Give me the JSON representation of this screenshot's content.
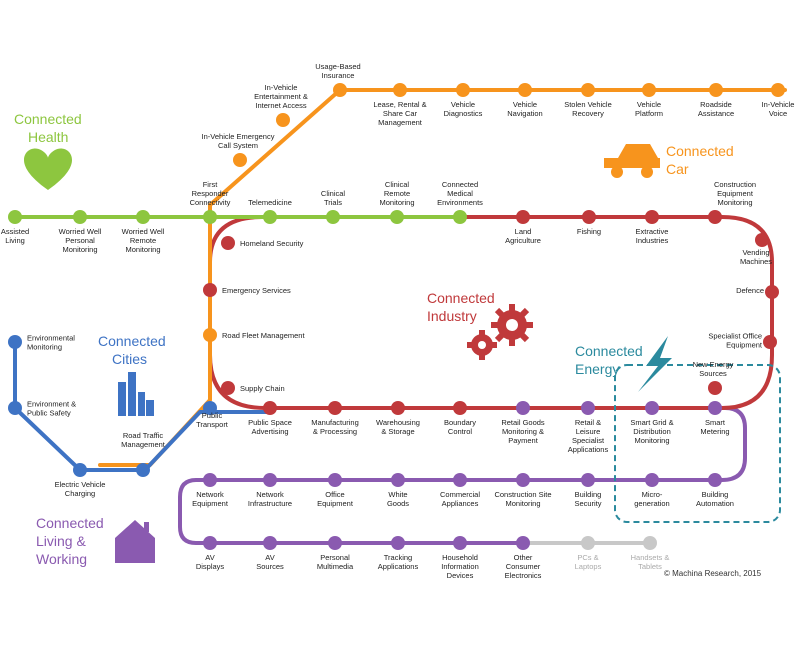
{
  "colors": {
    "health": "#8dc63f",
    "car": "#f7941d",
    "industry": "#c0393b",
    "cities": "#3e73c4",
    "living": "#8a5ab0",
    "energy": "#2b8a9e",
    "grey": "#c8c8c8"
  },
  "titles": {
    "health": [
      "Connected",
      "Health"
    ],
    "car": [
      "Connected",
      "Car"
    ],
    "industry": [
      "Connected",
      "Industry"
    ],
    "cities": [
      "Connected",
      "Cities"
    ],
    "energy": [
      "Connected",
      "Energy"
    ],
    "living": [
      "Connected",
      "Living &",
      "Working"
    ]
  },
  "icons": {
    "health": "heart-icon",
    "car": "car-icon",
    "industry": "gears-icon",
    "cities": "city-buildings-icon",
    "energy": "lightning-icon",
    "living": "house-icon"
  },
  "credit": "© Machina Research, 2015",
  "stations": {
    "health": [
      [
        "Assisted",
        "Living"
      ],
      [
        "Worried Well",
        "Personal",
        "Monitoring"
      ],
      [
        "Worried Well",
        "Remote",
        "Monitoring"
      ],
      [
        "First",
        "Responder",
        "Connectivity"
      ],
      [
        "Telemedicine"
      ],
      [
        "Clinical",
        "Trials"
      ],
      [
        "Clinical",
        "Remote",
        "Monitoring"
      ],
      [
        "Connected",
        "Medical",
        "Environments"
      ]
    ],
    "car": [
      [
        "Road Fleet Management"
      ],
      [
        "In-Vehicle Emergency",
        "Call System"
      ],
      [
        "In-Vehicle",
        "Entertainment &",
        "Internet Access"
      ],
      [
        "Usage-Based",
        "Insurance"
      ],
      [
        "Lease, Rental &",
        "Share Car",
        "Management"
      ],
      [
        "Vehicle",
        "Diagnostics"
      ],
      [
        "Vehicle",
        "Navigation"
      ],
      [
        "Stolen Vehicle",
        "Recovery"
      ],
      [
        "Vehicle",
        "Platform"
      ],
      [
        "Roadside",
        "Assistance"
      ],
      [
        "In-Vehicle",
        "Voice"
      ]
    ],
    "industry": [
      [
        "Land",
        "Agriculture"
      ],
      [
        "Fishing"
      ],
      [
        "Extractive",
        "Industries"
      ],
      [
        "Construction",
        "Equipment",
        "Monitoring"
      ],
      [
        "Vending",
        "Machines"
      ],
      [
        "Defence"
      ],
      [
        "Specialist Office",
        "Equipment"
      ],
      [
        "New Energy",
        "Sources"
      ],
      [
        "Homeland Security"
      ],
      [
        "Emergency Services"
      ],
      [
        "Supply Chain"
      ]
    ],
    "cities": [
      [
        "Environmental",
        "Monitoring"
      ],
      [
        "Environment &",
        "Public Safety"
      ],
      [
        "Electric Vehicle",
        "Charging"
      ],
      [
        "Road Traffic",
        "Management"
      ],
      [
        "Public",
        "Transport"
      ]
    ],
    "row_mid": [
      [
        "Public Space",
        "Advertising"
      ],
      [
        "Manufacturing",
        "& Processing"
      ],
      [
        "Warehousing",
        "& Storage"
      ],
      [
        "Boundary",
        "Control"
      ],
      [
        "Retail Goods",
        "Monitoring &",
        "Payment"
      ],
      [
        "Retail &",
        "Leisure",
        "Specialist",
        "Applications"
      ],
      [
        "Smart Grid &",
        "Distribution",
        "Monitoring"
      ],
      [
        "Smart",
        "Metering"
      ]
    ],
    "living_upper": [
      [
        "Network",
        "Equipment"
      ],
      [
        "Network",
        "Infrastructure"
      ],
      [
        "Office",
        "Equipment"
      ],
      [
        "White",
        "Goods"
      ],
      [
        "Commercial",
        "Appliances"
      ],
      [
        "Construction Site",
        "Monitoring"
      ],
      [
        "Building",
        "Security"
      ],
      [
        "Micro-",
        "generation"
      ],
      [
        "Building",
        "Automation"
      ]
    ],
    "living_lower": [
      [
        "AV",
        "Displays"
      ],
      [
        "AV",
        "Sources"
      ],
      [
        "Personal",
        "Multimedia"
      ],
      [
        "Tracking",
        "Applications"
      ],
      [
        "Household",
        "Information",
        "Devices"
      ],
      [
        "Other",
        "Consumer",
        "Electronics"
      ],
      [
        "PCs &",
        "Laptops"
      ],
      [
        "Handsets &",
        "Tablets"
      ]
    ]
  }
}
